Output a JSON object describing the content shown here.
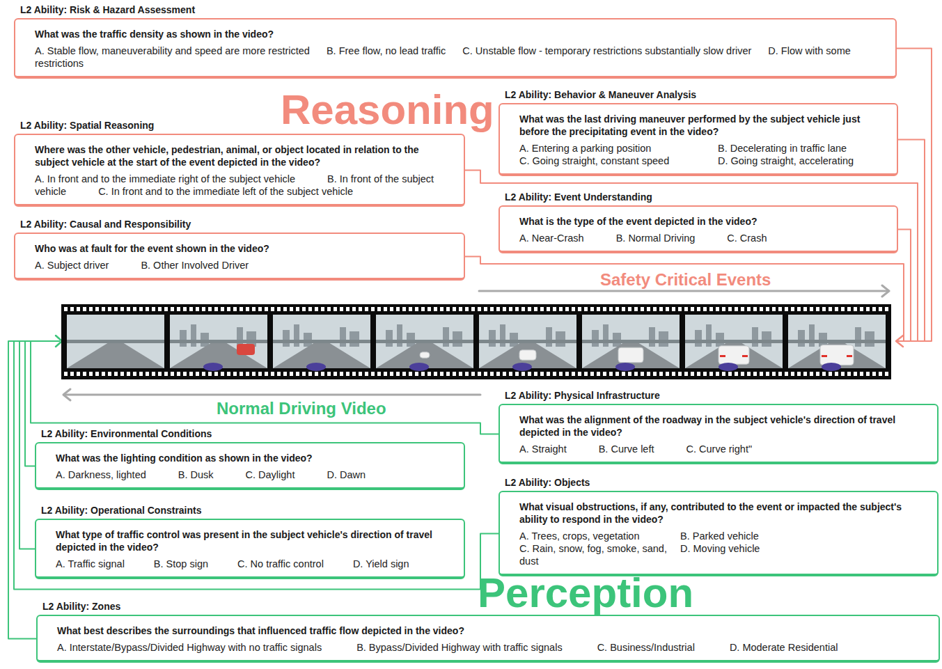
{
  "diagram": {
    "nodes": [
      {
        "text": [
          "L2 Ability: Risk & Hazard Assessment",
          "What was the traffic density as shown in the video?",
          "A. Stable flow, maneuverability and speed are more restricted",
          "B. Free flow, no lead traffic",
          "C. Unstable flow - temporary restrictions substantially slow driver",
          "D. Flow with some restrictions"
        ]
      },
      {
        "text": [
          "L2 Ability: Behavior & Maneuver Analysis",
          "What was the last driving maneuver performed by the subject vehicle just before the precipitating event in the video?",
          "A. Entering a parking position",
          "B. Decelerating in traffic lane",
          "C. Going straight, constant speed",
          "D. Going straight, accelerating"
        ]
      },
      {
        "text": [
          "L2 Ability: Spatial Reasoning",
          "Where was the other vehicle, pedestrian, animal, or object located in relation to the subject vehicle at the start of the event depicted in the video?",
          "A. In front and to the immediate right of the subject vehicle",
          "B. In front of the subject vehicle",
          "C. In front and to the immediate left of the subject vehicle"
        ]
      },
      {
        "text": [
          "L2 Ability: Event Understanding",
          "What is the type of the event depicted in the video?",
          "A. Near-Crash",
          "B. Normal Driving",
          "C. Crash"
        ]
      },
      {
        "text": [
          "L2 Ability: Causal and Responsibility",
          "Who was at fault for the event shown in the video?",
          "A. Subject driver",
          "B. Other Involved Driver"
        ]
      },
      {
        "text": [
          "L2 Ability: Physical Infrastructure",
          "What was the alignment of the roadway in the subject vehicle's direction of travel depicted in the video?",
          "A. Straight",
          "B. Curve left",
          "C. Curve right\""
        ]
      },
      {
        "text": [
          "L2 Ability: Environmental Conditions",
          "What was the lighting condition as shown in the video?",
          "A. Darkness, lighted",
          "B. Dusk",
          "C. Daylight",
          "D. Dawn"
        ]
      },
      {
        "text": [
          "L2 Ability: Objects",
          "What visual obstructions, if any, contributed to the event or impacted the subject's ability to respond in the video?",
          "A. Trees, crops, vegetation",
          "B. Parked vehicle",
          "C. Rain, snow, fog, smoke, sand, dust",
          "D. Moving vehicle"
        ]
      },
      {
        "text": [
          "L2 Ability: Operational Constraints",
          "What type of traffic control was present in the subject vehicle's direction of travel depicted in the video?",
          "A. Traffic signal",
          "B. Stop sign",
          "C. No traffic control",
          "D. Yield sign"
        ]
      },
      {
        "text": [
          "L2 Ability: Zones",
          "What best describes the surroundings that influenced traffic flow depicted in the video?",
          "A. Interstate/Bypass/Divided Highway with no traffic signals",
          "B. Bypass/Divided Highway with traffic signals",
          "C. Business/Industrial",
          "D. Moderate Residential"
        ]
      }
    ],
    "labels": [
      "Reasoning",
      "Safety Critical Events",
      "Normal Driving Video",
      "Perception"
    ]
  }
}
